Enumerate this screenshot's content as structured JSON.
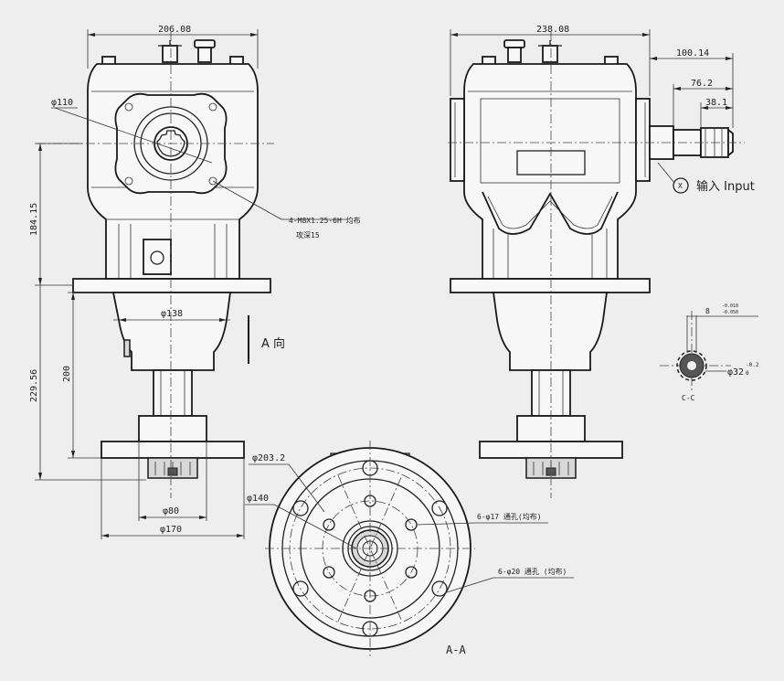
{
  "dimensions": {
    "front_width": "206.08",
    "side_width": "238.08",
    "shaft_length_total": "100.14",
    "shaft_length_mid": "76.2",
    "shaft_length_short": "38.1",
    "front_hole": "φ110",
    "thread_spec_line1": "4-M8X1.25-6H 均布",
    "thread_spec_line2": "攻深15",
    "height_upper": "184.15",
    "height_lower": "229.56",
    "height_200": "200",
    "neck_diameter": "φ138",
    "bottom_hub": "φ80",
    "bottom_flange": "φ170",
    "pcd_outer": "φ203.2",
    "pcd_inner": "φ140",
    "holes_through_17": "6-φ17 通孔(均布)",
    "holes_through_20": "6-φ20 通孔 (均布)",
    "spline_width": "8",
    "spline_width_tol_upper": "-0.010",
    "spline_width_tol_lower": "-0.050",
    "spline_diameter": "φ32",
    "spline_diameter_tol_upper": "-0.2",
    "spline_diameter_tol_lower": "0"
  },
  "labels": {
    "input_marker": "X",
    "input_label": "输入 Input",
    "direction_label": "A 向",
    "section_label": "A-A",
    "spline_section": "C-C"
  }
}
